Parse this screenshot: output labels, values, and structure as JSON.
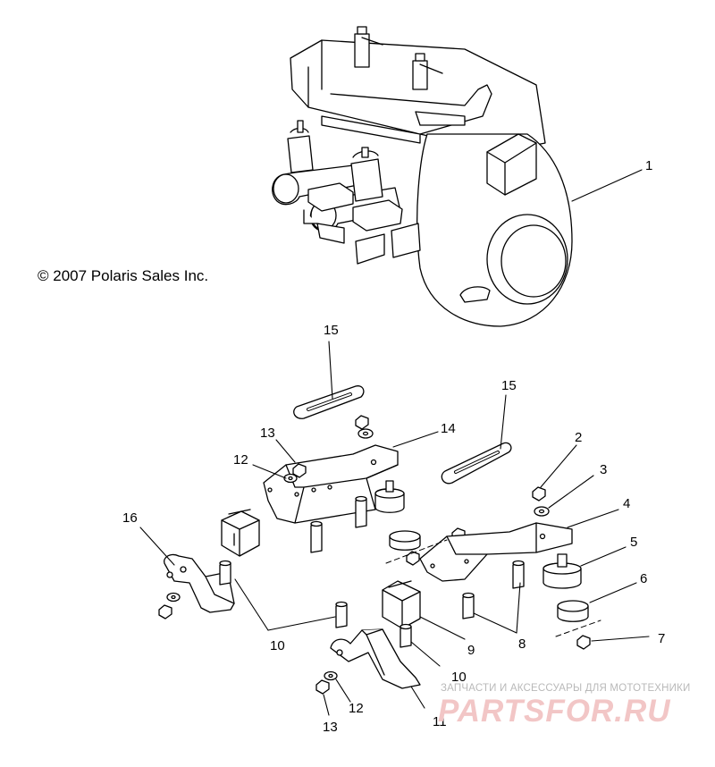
{
  "copyright": "© 2007 Polaris Sales Inc.",
  "watermark": {
    "tagline": "ЗАПЧАСТИ И АКСЕССУАРЫ ДЛЯ МОТОТЕХНИКИ",
    "logo": "PARTSFOR.RU"
  },
  "callouts": [
    {
      "id": "c1",
      "label": "1"
    },
    {
      "id": "c2",
      "label": "2"
    },
    {
      "id": "c3",
      "label": "3"
    },
    {
      "id": "c4",
      "label": "4"
    },
    {
      "id": "c5",
      "label": "5"
    },
    {
      "id": "c6",
      "label": "6"
    },
    {
      "id": "c7",
      "label": "7"
    },
    {
      "id": "c8",
      "label": "8"
    },
    {
      "id": "c9",
      "label": "9"
    },
    {
      "id": "c10a",
      "label": "10"
    },
    {
      "id": "c10b",
      "label": "10"
    },
    {
      "id": "c11",
      "label": "11"
    },
    {
      "id": "c12a",
      "label": "12"
    },
    {
      "id": "c12b",
      "label": "12"
    },
    {
      "id": "c13a",
      "label": "13"
    },
    {
      "id": "c13b",
      "label": "13"
    },
    {
      "id": "c14",
      "label": "14"
    },
    {
      "id": "c15a",
      "label": "15"
    },
    {
      "id": "c15b",
      "label": "15"
    },
    {
      "id": "c16",
      "label": "16"
    }
  ],
  "colors": {
    "line": "#000000",
    "background": "#ffffff",
    "watermark_red": "#f2c6c6",
    "watermark_gray": "#b9b9b9"
  }
}
